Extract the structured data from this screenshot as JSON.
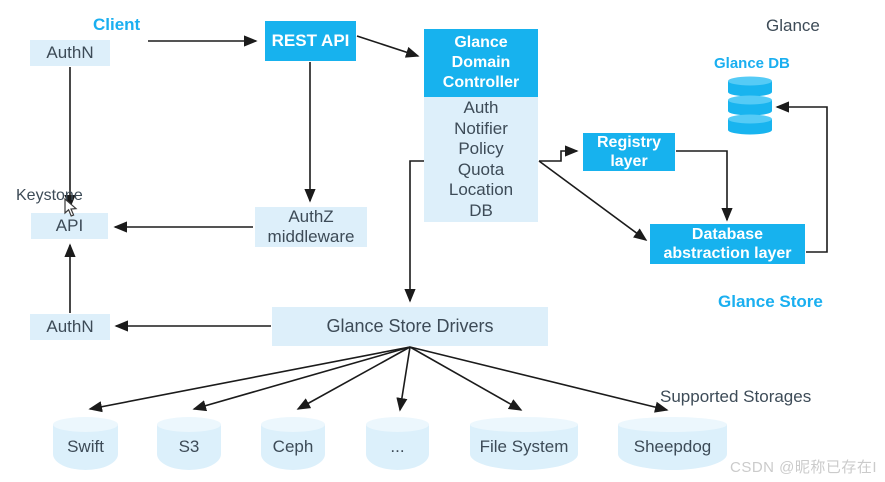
{
  "page": {
    "watermark": "CSDN @昵称已存在I"
  },
  "colors": {
    "accent_cyan": "#17b2ee",
    "light_blue_box": "#ddeffa",
    "cyan_text": "#1aaff0",
    "dark_text": "#3d4b57",
    "cylinder_fill": "#dcf0fb",
    "arrow": "#1b1b1b"
  },
  "labels": {
    "client": "Client",
    "glance": "Glance",
    "keystone": "Keystone",
    "glance_db": "Glance DB",
    "glance_store": "Glance Store",
    "supported_storages": "Supported Storages"
  },
  "nodes": {
    "authn_top": "AuthN",
    "rest_api": "REST API",
    "gdc_lines": [
      "Glance",
      "Domain",
      "Controller"
    ],
    "controller_components": [
      "Auth",
      "Notifier",
      "Policy",
      "Quota",
      "Location",
      "DB"
    ],
    "registry_lines": [
      "Registry",
      "layer"
    ],
    "db_abstraction_lines": [
      "Database",
      "abstraction layer"
    ],
    "authz_lines": [
      "AuthZ",
      "middleware"
    ],
    "keystone_api": "API",
    "authn_bottom": "AuthN",
    "store_drivers": "Glance Store Drivers",
    "storages": [
      "Swift",
      "S3",
      "Ceph",
      "...",
      "File System",
      "Sheepdog"
    ]
  },
  "icons": {
    "glance_db_icon": "database-cylinder-icon",
    "cursor_icon": "mouse-pointer-icon"
  }
}
